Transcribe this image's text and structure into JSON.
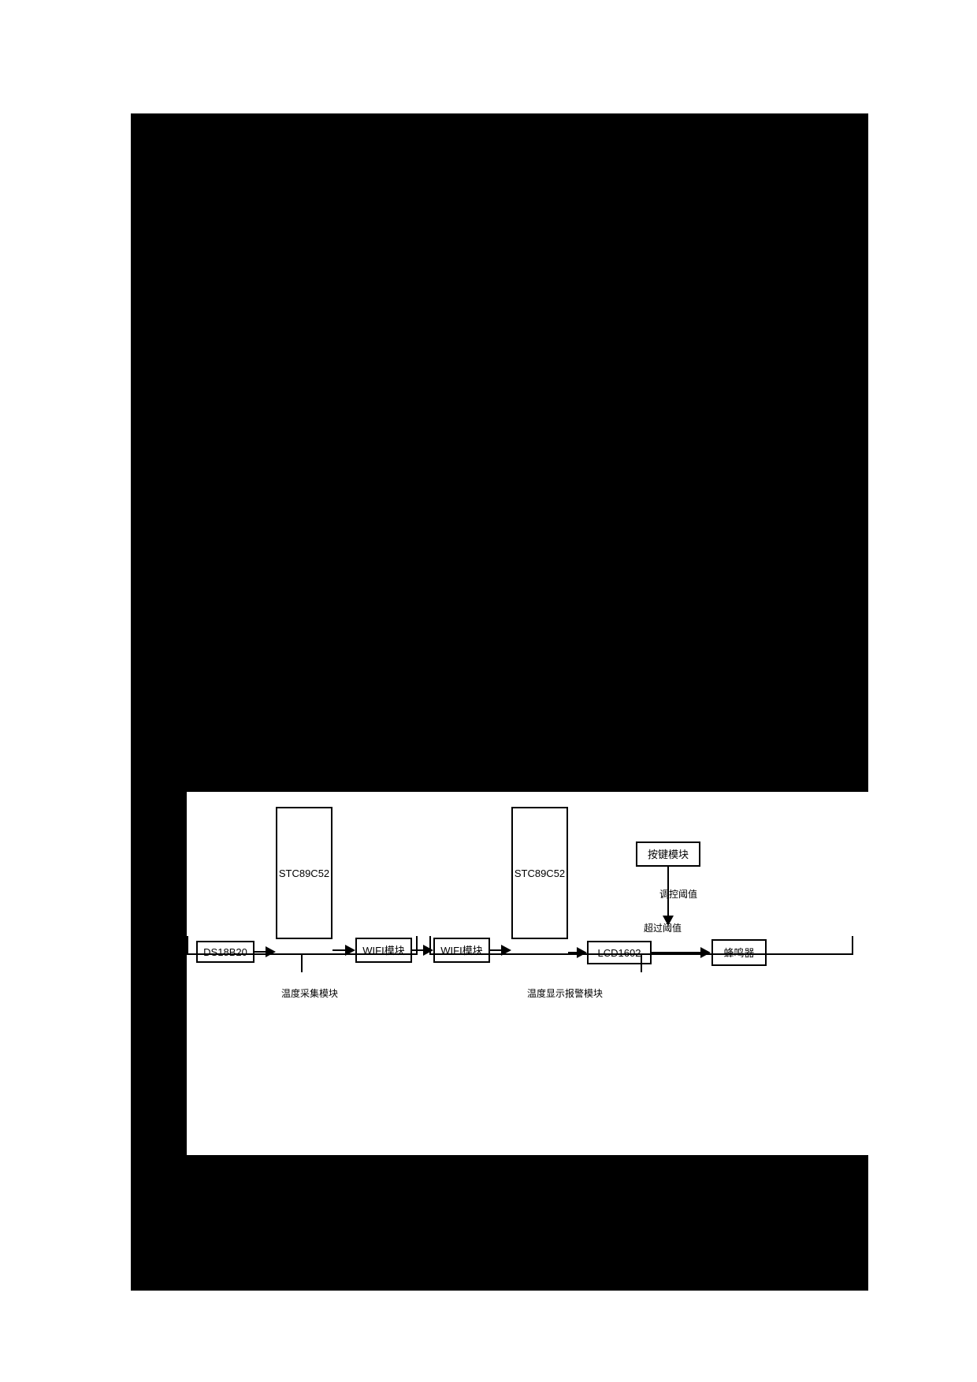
{
  "page": {
    "background_color": "#ffffff",
    "redaction_color": "#000000",
    "panel_background": "#ffffff",
    "line_color": "#000000"
  },
  "diagram": {
    "type": "block-diagram",
    "nodes": [
      {
        "id": "ds18b20",
        "label": "DS18B20"
      },
      {
        "id": "mcu1",
        "label": "STC89C52"
      },
      {
        "id": "wifi1",
        "label": "WIFI模块"
      },
      {
        "id": "wifi2",
        "label": "WIFI模块"
      },
      {
        "id": "mcu2",
        "label": "STC89C52"
      },
      {
        "id": "lcd1602",
        "label": "LCD1602"
      },
      {
        "id": "buzzer",
        "label": "蜂鸣器"
      },
      {
        "id": "key",
        "label": "按键模块"
      }
    ],
    "edges": [
      {
        "from": "ds18b20",
        "to": "mcu1",
        "label": ""
      },
      {
        "from": "mcu1",
        "to": "wifi1",
        "label": ""
      },
      {
        "from": "wifi1",
        "to": "wifi2",
        "label": ""
      },
      {
        "from": "wifi2",
        "to": "mcu2",
        "label": ""
      },
      {
        "from": "mcu2",
        "to": "lcd1602",
        "label": ""
      },
      {
        "from": "lcd1602",
        "to": "buzzer",
        "label": "超过阈值"
      },
      {
        "from": "key",
        "to": "buzzer",
        "label": "调控阈值"
      }
    ],
    "edge_labels": {
      "threshold_adjust": "调控阈值",
      "over_threshold": "超过阈值"
    },
    "groups": [
      {
        "id": "acquire",
        "caption": "温度采集模块"
      },
      {
        "id": "display",
        "caption": "温度显示报警模块"
      }
    ]
  }
}
